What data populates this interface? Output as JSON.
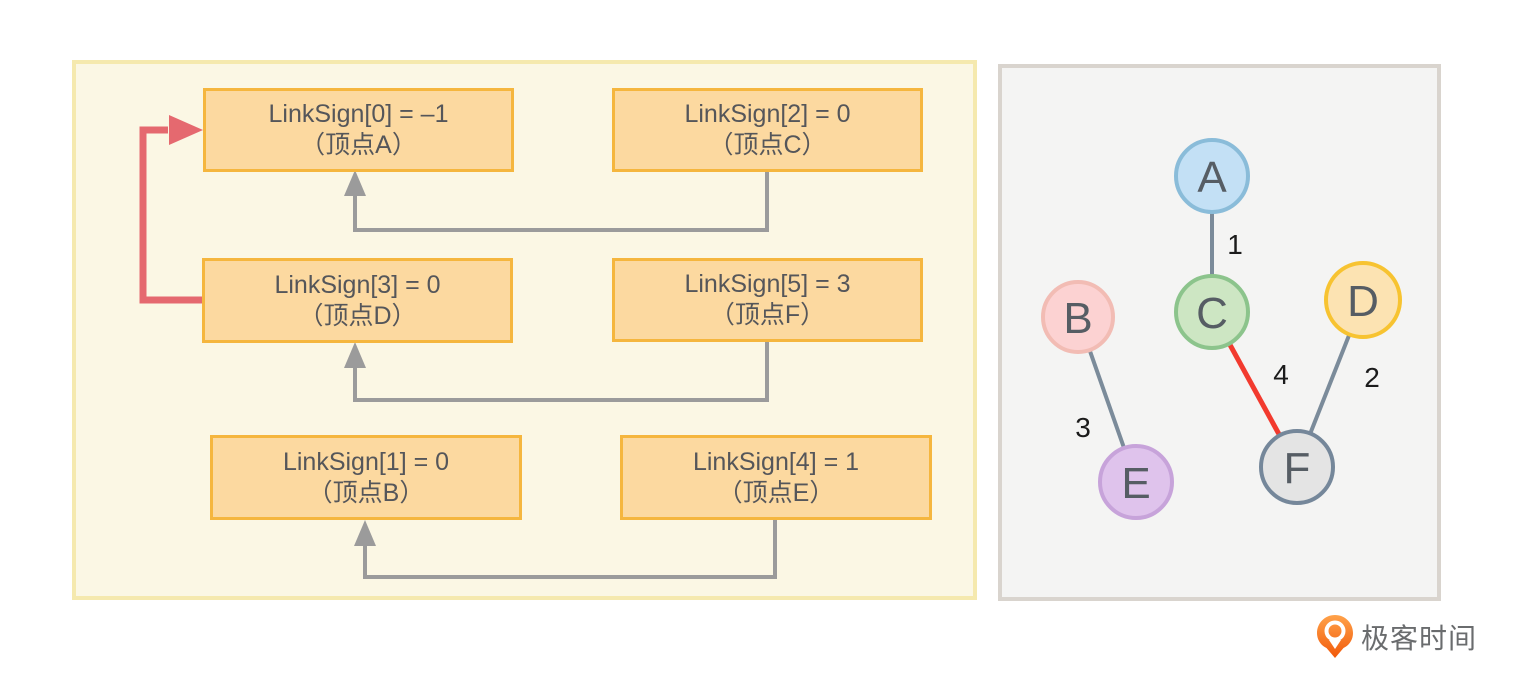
{
  "left_panel": {
    "background": "#fbf7e4",
    "border_color": "#f5e9ae",
    "box_fill": "#fcd9a0",
    "box_border": "#f5b63e",
    "arrow_color": "#9b9b9b",
    "highlight_arrow_color": "#e5696f",
    "boxes": [
      {
        "vertex": "A",
        "line1": "LinkSign[0] = –1",
        "line2": "（顶点A）"
      },
      {
        "vertex": "C",
        "line1": "LinkSign[2] = 0",
        "line2": "（顶点C）"
      },
      {
        "vertex": "D",
        "line1": "LinkSign[3] = 0",
        "line2": "（顶点D）"
      },
      {
        "vertex": "F",
        "line1": "LinkSign[5] = 3",
        "line2": "（顶点F）"
      },
      {
        "vertex": "B",
        "line1": "LinkSign[1] = 0",
        "line2": "（顶点B）"
      },
      {
        "vertex": "E",
        "line1": "LinkSign[4] = 1",
        "line2": "（顶点E）"
      }
    ]
  },
  "graph": {
    "background": "#f4f4f3",
    "border_color": "#d9d4ce",
    "edge_color": "#7b8b9a",
    "highlight_edge_color": "#f23a2e",
    "nodes": [
      {
        "label": "A",
        "fill": "#c3e0f5",
        "stroke": "#8abcd9"
      },
      {
        "label": "B",
        "fill": "#fcd2d2",
        "stroke": "#f2bcb4"
      },
      {
        "label": "C",
        "fill": "#cde6c3",
        "stroke": "#8cc48c"
      },
      {
        "label": "D",
        "fill": "#fce3b2",
        "stroke": "#f7c331"
      },
      {
        "label": "E",
        "fill": "#dfc3ec",
        "stroke": "#c7a3da"
      },
      {
        "label": "F",
        "fill": "#e4e4e4",
        "stroke": "#75879a"
      }
    ],
    "edges": [
      {
        "from": "A",
        "to": "C",
        "weight": "1",
        "highlight": false
      },
      {
        "from": "B",
        "to": "E",
        "weight": "3",
        "highlight": false
      },
      {
        "from": "D",
        "to": "F",
        "weight": "2",
        "highlight": false
      },
      {
        "from": "C",
        "to": "F",
        "weight": "4",
        "highlight": true
      }
    ]
  },
  "footer": {
    "brand": "极客时间"
  }
}
